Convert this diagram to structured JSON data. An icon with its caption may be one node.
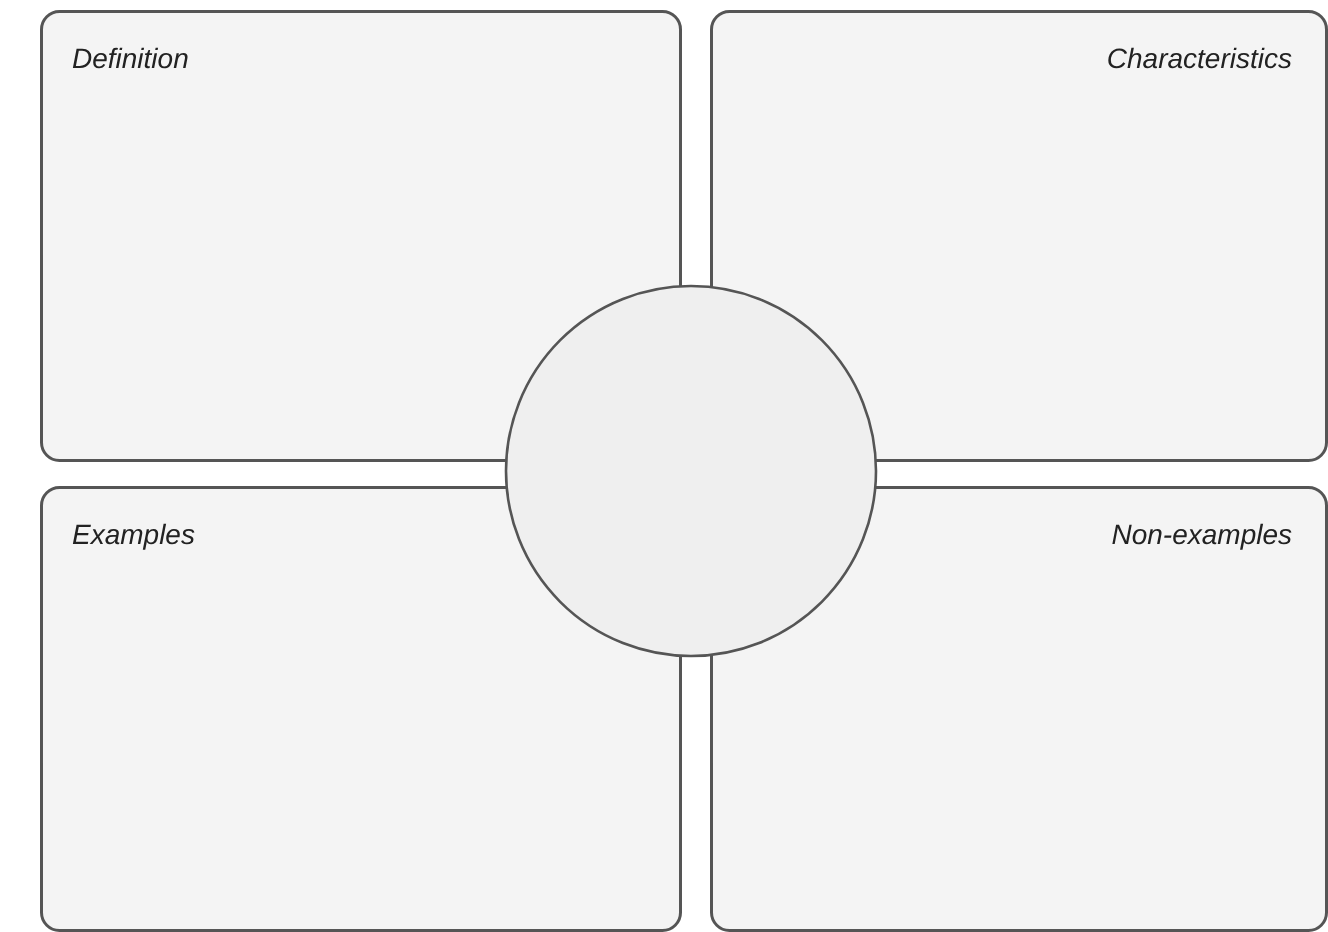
{
  "diagram": {
    "nodes": [
      {
        "text": [
          "Definition"
        ]
      },
      {
        "text": [
          "Characteristics"
        ]
      },
      {
        "text": [
          "Examples"
        ]
      },
      {
        "text": [
          "Non-examples"
        ]
      },
      {
        "text": [],
        "shape": "circle"
      }
    ]
  }
}
